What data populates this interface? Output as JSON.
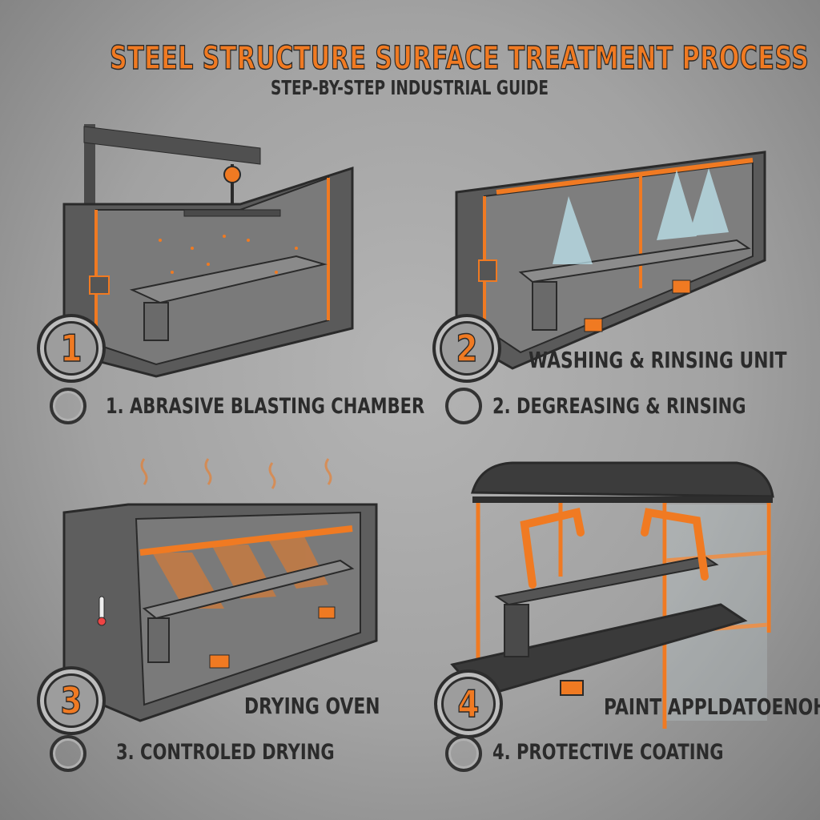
{
  "header": {
    "title": "STEEL STRUCTURE SURFACE TREATMENT PROCESS",
    "subtitle": "STEP-BY-STEP INDUSTRIAL GUIDE"
  },
  "colors": {
    "accent": "#f07a22",
    "dark": "#2b2b2b",
    "background": "#a6a6a6",
    "water": "#bfe6f0"
  },
  "steps": [
    {
      "number": "1",
      "unit_label": "",
      "caption": "1. ABRASIVE BLASTING CHAMBER",
      "icon": "blasting-chamber-icon"
    },
    {
      "number": "2",
      "unit_label": "WASHING & RINSING UNIT",
      "caption": "2. DEGREASING & RINSING",
      "icon": "washing-unit-icon"
    },
    {
      "number": "3",
      "unit_label": "DRYING OVEN",
      "caption": "3. CONTROLED DRYING",
      "icon": "drying-oven-icon"
    },
    {
      "number": "4",
      "unit_label": "PAINT APPLDATOENOH",
      "caption": "4. PROTECTIVE COATING",
      "icon": "paint-booth-icon"
    }
  ]
}
